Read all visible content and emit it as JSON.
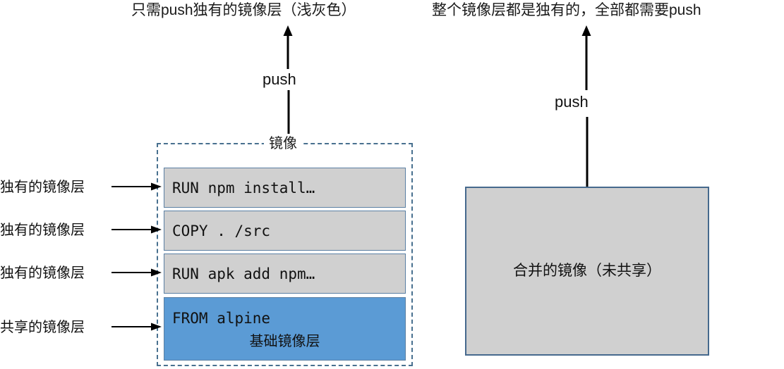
{
  "diagram": {
    "left": {
      "title": "只需push独有的镜像层（浅灰色）",
      "push_label": "push",
      "group_label": "镜像",
      "layers": [
        {
          "command": "RUN npm install…",
          "side_label": "独有的镜像层",
          "kind": "unique"
        },
        {
          "command": "COPY . /src",
          "side_label": "独有的镜像层",
          "kind": "unique"
        },
        {
          "command": "RUN apk add npm…",
          "side_label": "独有的镜像层",
          "kind": "unique"
        },
        {
          "command": "FROM alpine",
          "sub_label": "基础镜像层",
          "side_label": "共享的镜像层",
          "kind": "base"
        }
      ]
    },
    "right": {
      "title": "整个镜像层都是独有的，全部都需要push",
      "push_label": "push",
      "box_label": "合并的镜像（未共享）"
    },
    "colors": {
      "unique_layer_fill": "#d0d0d0",
      "base_layer_fill": "#5b9bd5",
      "layer_border": "#5a7fa3",
      "group_dashed_border": "#48708f",
      "merged_box_fill": "#d0d0d0",
      "merged_box_border": "#46698d",
      "arrow": "#000000",
      "text": "#111111",
      "background": "#ffffff"
    }
  }
}
